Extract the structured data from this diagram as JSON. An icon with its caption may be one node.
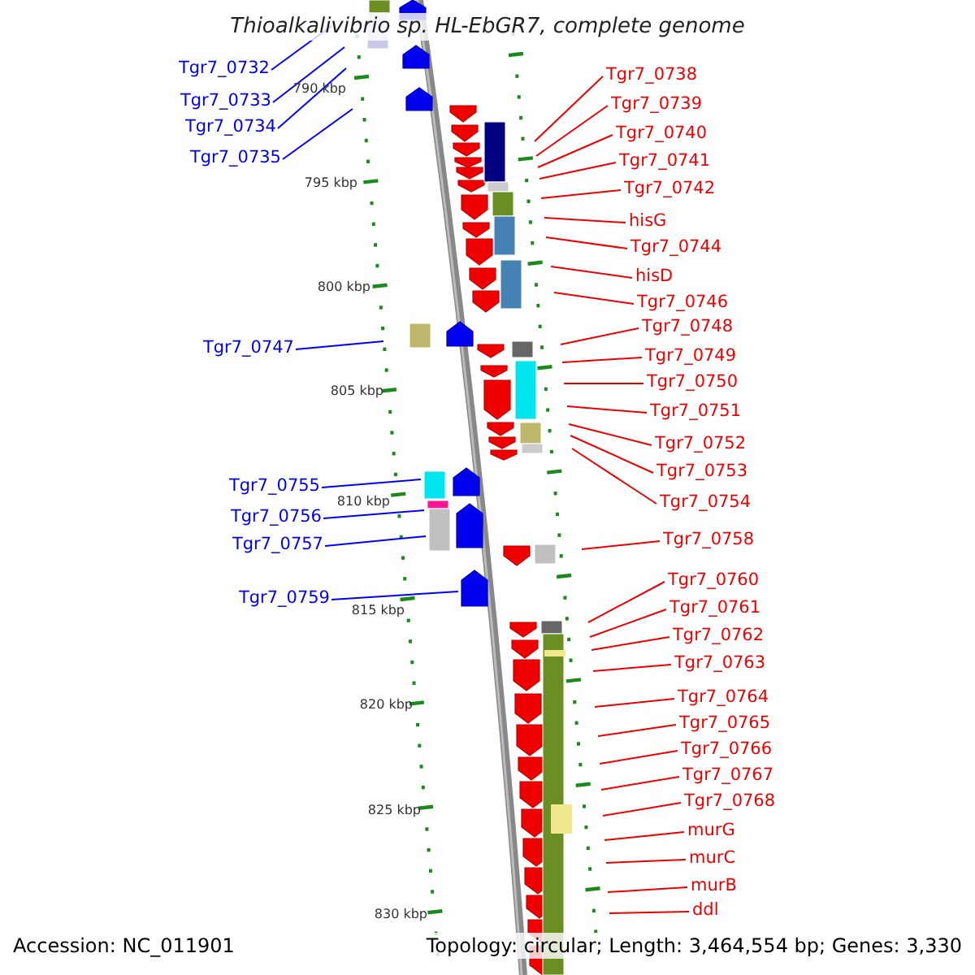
{
  "diagram": {
    "title": "Thioalkalivibrio sp. HL-EbGR7, complete genome",
    "nodes": [
      {
        "text": [
          "Tgr7_0732"
        ]
      },
      {
        "text": [
          "Tgr7_0733"
        ]
      },
      {
        "text": [
          "Tgr7_0734"
        ]
      },
      {
        "text": [
          "Tgr7_0735"
        ]
      },
      {
        "text": [
          "Tgr7_0747"
        ]
      },
      {
        "text": [
          "Tgr7_0755"
        ]
      },
      {
        "text": [
          "Tgr7_0756"
        ]
      },
      {
        "text": [
          "Tgr7_0757"
        ]
      },
      {
        "text": [
          "Tgr7_0759"
        ]
      },
      {
        "text": [
          "Tgr7_0738"
        ]
      },
      {
        "text": [
          "Tgr7_0739"
        ]
      },
      {
        "text": [
          "Tgr7_0740"
        ]
      },
      {
        "text": [
          "Tgr7_0741"
        ]
      },
      {
        "text": [
          "Tgr7_0742"
        ]
      },
      {
        "text": [
          "hisG"
        ]
      },
      {
        "text": [
          "Tgr7_0744"
        ]
      },
      {
        "text": [
          "hisD"
        ]
      },
      {
        "text": [
          "Tgr7_0746"
        ]
      },
      {
        "text": [
          "Tgr7_0748"
        ]
      },
      {
        "text": [
          "Tgr7_0749"
        ]
      },
      {
        "text": [
          "Tgr7_0750"
        ]
      },
      {
        "text": [
          "Tgr7_0751"
        ]
      },
      {
        "text": [
          "Tgr7_0752"
        ]
      },
      {
        "text": [
          "Tgr7_0753"
        ]
      },
      {
        "text": [
          "Tgr7_0754"
        ]
      },
      {
        "text": [
          "Tgr7_0758"
        ]
      },
      {
        "text": [
          "Tgr7_0760"
        ]
      },
      {
        "text": [
          "Tgr7_0761"
        ]
      },
      {
        "text": [
          "Tgr7_0762"
        ]
      },
      {
        "text": [
          "Tgr7_0763"
        ]
      },
      {
        "text": [
          "Tgr7_0764"
        ]
      },
      {
        "text": [
          "Tgr7_0765"
        ]
      },
      {
        "text": [
          "Tgr7_0766"
        ]
      },
      {
        "text": [
          "Tgr7_0767"
        ]
      },
      {
        "text": [
          "Tgr7_0768"
        ]
      },
      {
        "text": [
          "murG"
        ]
      },
      {
        "text": [
          "murC"
        ]
      },
      {
        "text": [
          "murB"
        ]
      },
      {
        "text": [
          "ddl"
        ]
      }
    ],
    "edges": [
      {
        "from": 0,
        "to": null,
        "arrow": "none",
        "color": "#0000ff"
      },
      {
        "from": 1,
        "to": null,
        "arrow": "none",
        "color": "#0000ff"
      },
      {
        "from": 2,
        "to": null,
        "arrow": "none",
        "color": "#0000ff"
      },
      {
        "from": 3,
        "to": null,
        "arrow": "none",
        "color": "#0000ff"
      },
      {
        "from": 4,
        "to": null,
        "arrow": "none",
        "color": "#0000ff"
      },
      {
        "from": 5,
        "to": null,
        "arrow": "none",
        "color": "#0000ff"
      },
      {
        "from": 6,
        "to": null,
        "arrow": "none",
        "color": "#0000ff"
      },
      {
        "from": 7,
        "to": null,
        "arrow": "none",
        "color": "#0000ff"
      },
      {
        "from": 8,
        "to": null,
        "arrow": "none",
        "color": "#0000ff"
      },
      {
        "from": 9,
        "to": null,
        "arrow": "none"
      },
      {
        "from": 10,
        "to": null,
        "arrow": "none"
      },
      {
        "from": 11,
        "to": null,
        "arrow": "none"
      },
      {
        "from": 12,
        "to": null,
        "arrow": "none"
      },
      {
        "from": 13,
        "to": null,
        "arrow": "none"
      },
      {
        "from": 14,
        "to": null,
        "arrow": "none"
      },
      {
        "from": 15,
        "to": null,
        "arrow": "none"
      },
      {
        "from": 16,
        "to": null,
        "arrow": "none"
      },
      {
        "from": 17,
        "to": null,
        "arrow": "none"
      },
      {
        "from": 18,
        "to": null,
        "arrow": "none"
      },
      {
        "from": 19,
        "to": null,
        "arrow": "none"
      },
      {
        "from": 20,
        "to": null,
        "arrow": "none"
      },
      {
        "from": 21,
        "to": null,
        "arrow": "none"
      },
      {
        "from": 22,
        "to": null,
        "arrow": "none"
      },
      {
        "from": 23,
        "to": null,
        "arrow": "none"
      },
      {
        "from": 24,
        "to": null,
        "arrow": "none"
      },
      {
        "from": 25,
        "to": null,
        "arrow": "none"
      },
      {
        "from": 26,
        "to": null,
        "arrow": "none"
      },
      {
        "from": 27,
        "to": null,
        "arrow": "none"
      },
      {
        "from": 28,
        "to": null,
        "arrow": "none"
      },
      {
        "from": 29,
        "to": null,
        "arrow": "none"
      },
      {
        "from": 30,
        "to": null,
        "arrow": "none"
      },
      {
        "from": 31,
        "to": null,
        "arrow": "none"
      },
      {
        "from": 32,
        "to": null,
        "arrow": "none"
      },
      {
        "from": 33,
        "to": null,
        "arrow": "none"
      },
      {
        "from": 34,
        "to": null,
        "arrow": "none"
      },
      {
        "from": 35,
        "to": null,
        "arrow": "none"
      },
      {
        "from": 36,
        "to": null,
        "arrow": "none"
      },
      {
        "from": 37,
        "to": null,
        "arrow": "none"
      },
      {
        "from": 38,
        "to": null,
        "arrow": "none"
      }
    ],
    "labels": [
      "790 kbp",
      "795 kbp",
      "800 kbp",
      "805 kbp",
      "810 kbp",
      "815 kbp",
      "820 kbp",
      "825 kbp",
      "830 kbp",
      "Accession: NC_011901",
      "Topology: circular; Length: 3,464,554 bp; Genes: 3,330"
    ]
  }
}
